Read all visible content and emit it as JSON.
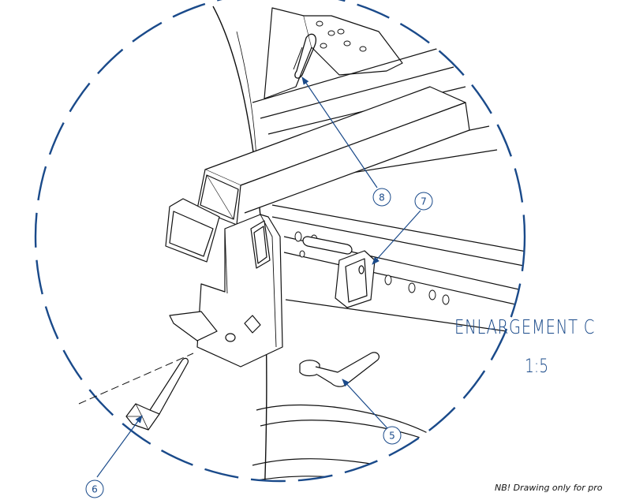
{
  "colors": {
    "detail_border": "#1a4a8a",
    "part_lines": "#111111",
    "annotation": "#1a4a8a"
  },
  "enlargement": {
    "label": "ENLARGEMENT  C",
    "scale": "1:5"
  },
  "balloons": [
    {
      "id": "balloon-8",
      "number": "8"
    },
    {
      "id": "balloon-7",
      "number": "7"
    },
    {
      "id": "balloon-6",
      "number": "6"
    },
    {
      "id": "balloon-5",
      "number": "5"
    }
  ],
  "note": "NB! Drawing only for pro"
}
